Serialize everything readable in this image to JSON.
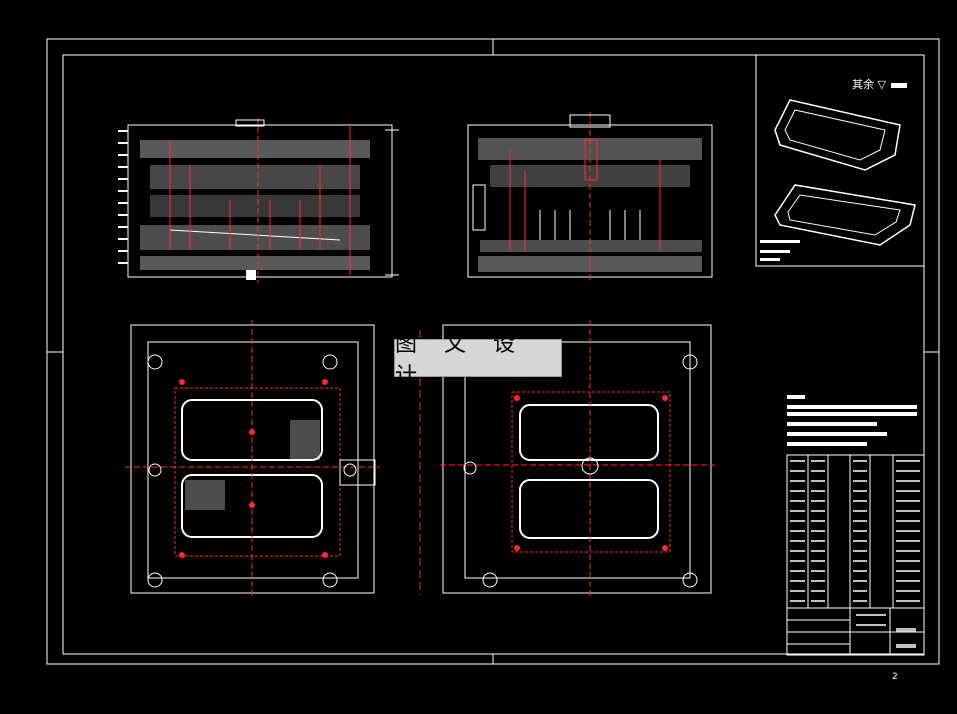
{
  "watermark": {
    "text": "图 文 设 计"
  },
  "roughness_note": {
    "text": "其余",
    "symbol": "▽"
  },
  "sheet_number": {
    "text": "2"
  },
  "colors": {
    "background": "#000000",
    "outline": "#ffffff",
    "centerline": "#ff2a2a",
    "hatch": "#ffffff",
    "watermark_bg": "#d6d6d6"
  },
  "views": [
    {
      "id": "section-a",
      "icon": "mold-section-view"
    },
    {
      "id": "section-b",
      "icon": "mold-section-view"
    },
    {
      "id": "plan-moving-half",
      "icon": "mold-plan-view"
    },
    {
      "id": "plan-fixed-half",
      "icon": "mold-plan-view"
    },
    {
      "id": "part-isometric",
      "icon": "part-3d-view"
    }
  ]
}
